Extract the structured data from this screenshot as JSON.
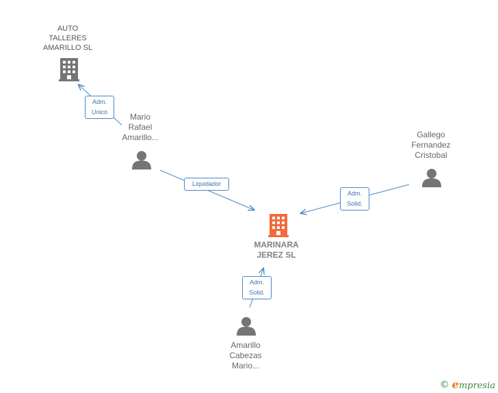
{
  "colors": {
    "edge": "#4a86c8",
    "person_icon": "#757575",
    "company_icon": "#757575",
    "focus_icon": "#f26a3c"
  },
  "nodes": {
    "auto_talleres": {
      "lines": [
        "AUTO",
        "TALLERES",
        "AMARILLO  SL"
      ],
      "icon": "building-icon"
    },
    "mario_rafael": {
      "lines": [
        "Mario",
        "Rafael",
        "Amarillo..."
      ],
      "icon": "person-icon"
    },
    "gallego": {
      "lines": [
        "Gallego",
        "Fernandez",
        "Cristobal"
      ],
      "icon": "person-icon"
    },
    "marinara": {
      "lines": [
        "MARINARA",
        "JEREZ  SL"
      ],
      "icon": "building-icon"
    },
    "amarillo_cabezas": {
      "lines": [
        "Amarillo",
        "Cabezas",
        "Mario..."
      ],
      "icon": "person-icon"
    }
  },
  "edges": {
    "adm_unico": {
      "lines": [
        "Adm.",
        "Unico"
      ]
    },
    "liquidador": {
      "lines": [
        "Liquidador"
      ]
    },
    "adm_solid_right": {
      "lines": [
        "Adm.",
        "Solid."
      ]
    },
    "adm_solid_bottom": {
      "lines": [
        "Adm.",
        "Solid."
      ]
    }
  },
  "footer": {
    "copyright": "©",
    "brand_initial": "e",
    "brand_rest": "mpresia"
  }
}
